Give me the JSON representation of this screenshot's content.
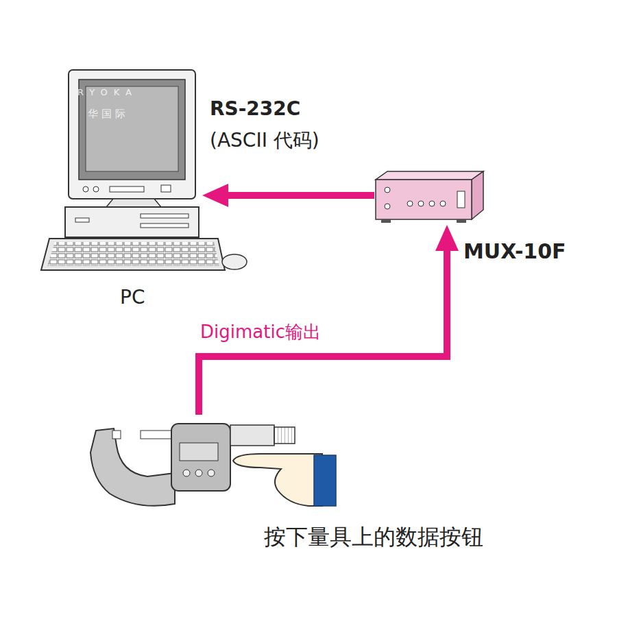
{
  "diagram": {
    "nodes": [
      {
        "text": [
          "PC"
        ]
      },
      {
        "text": [
          "MUX-10F"
        ]
      },
      {
        "text": [
          "按下量具上的数据按钮"
        ]
      }
    ],
    "edges": [
      {
        "from": 2,
        "to": 1,
        "arrow": "to",
        "label": "Digimatic输出"
      },
      {
        "from": 1,
        "to": 0,
        "arrow": "to",
        "label": "RS-232C (ASCII 代码)"
      }
    ],
    "labels": [
      "RYOKA",
      "华国际"
    ]
  }
}
